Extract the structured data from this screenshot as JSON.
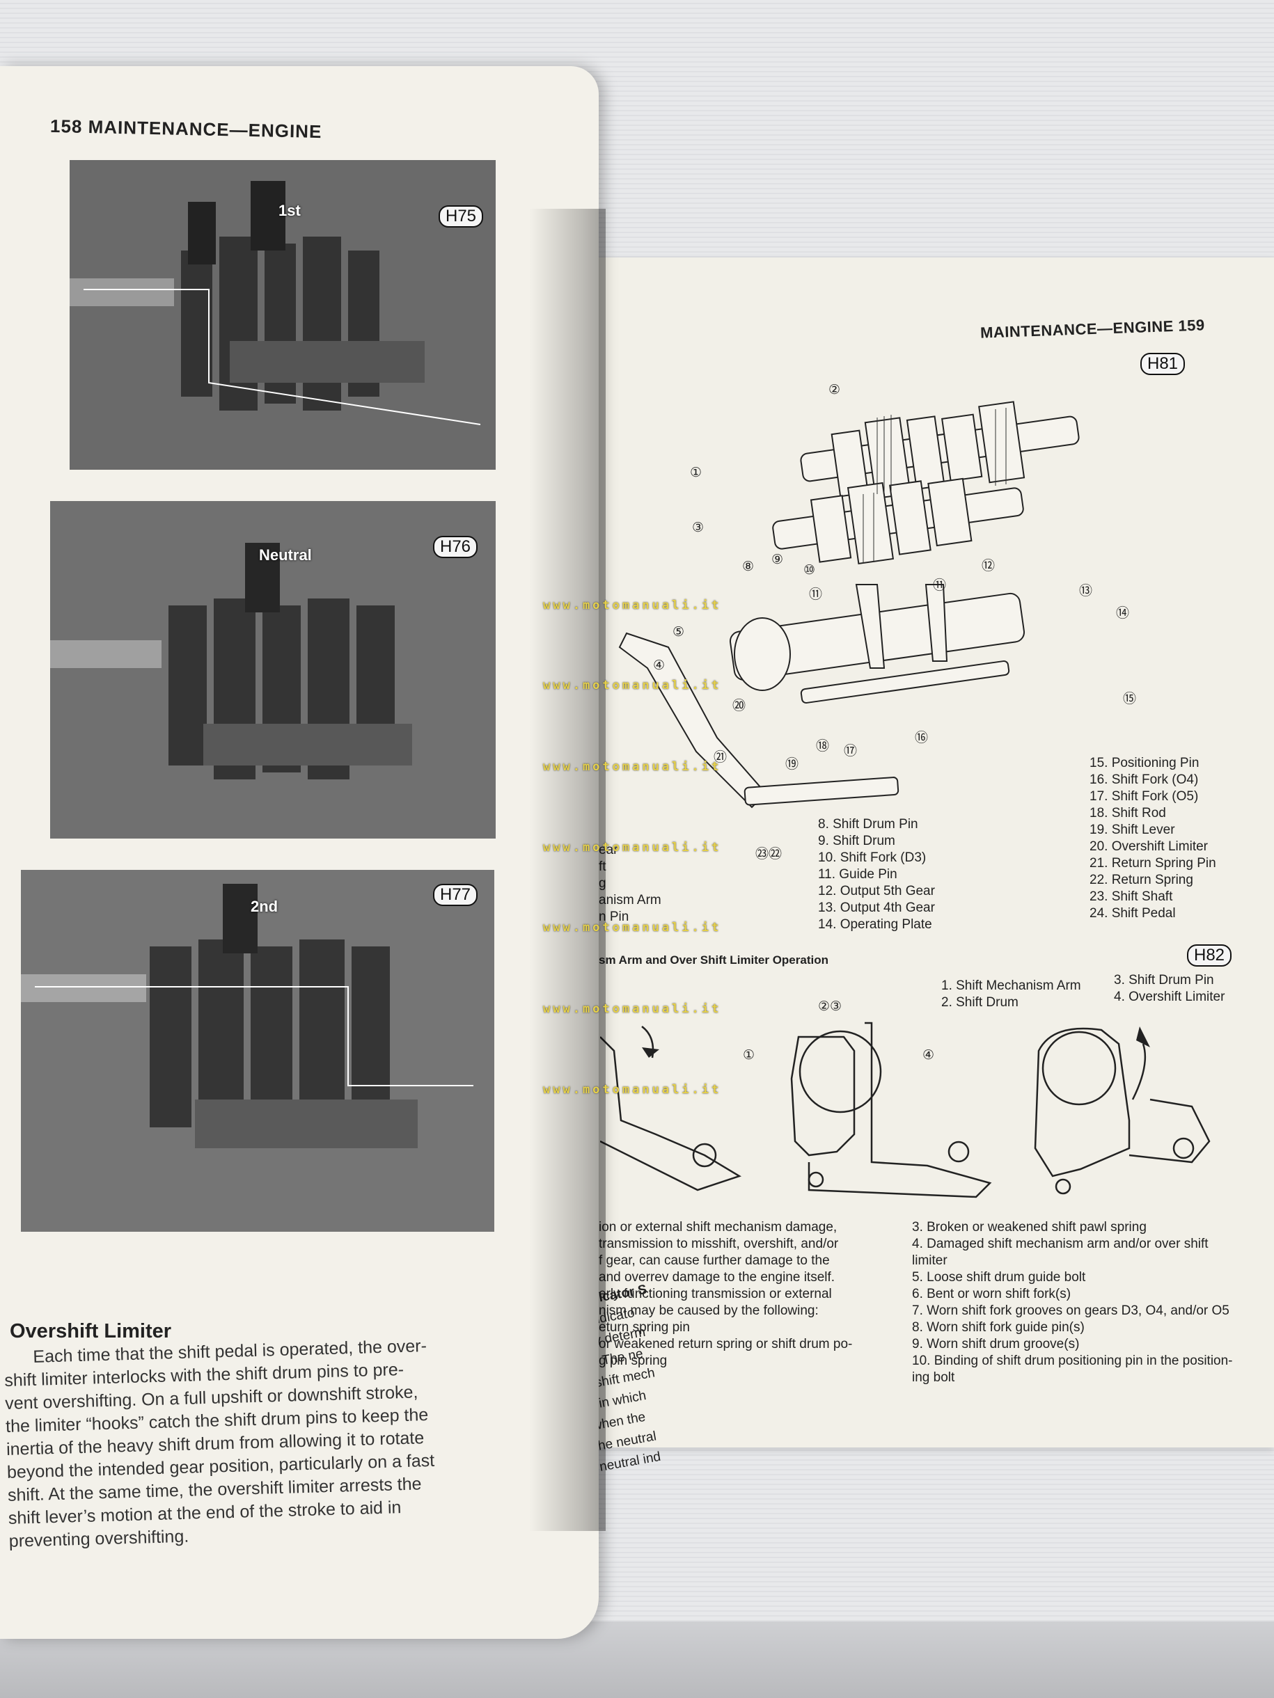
{
  "left_page": {
    "header": "158 MAINTENANCE—ENGINE",
    "photos": [
      {
        "tag": "H75",
        "label": "1st"
      },
      {
        "tag": "H76",
        "label": "Neutral"
      },
      {
        "tag": "H77",
        "label": "2nd"
      }
    ],
    "section_title": "Overshift Limiter",
    "body_lines": [
      "Each time that the shift pedal is operated, the over-",
      "shift limiter interlocks with the shift drum pins to pre-",
      "vent overshifting.  On a full upshift or downshift stroke,",
      "the limiter “hooks” catch the shift drum pins to keep the",
      "inertia of the heavy shift drum from allowing it to rotate",
      "beyond the intended gear position, particularly on a fast",
      "shift.  At the same time, the overshift limiter arrests the",
      "shift lever’s motion at the end of the stroke to aid in",
      "preventing overshifting."
    ]
  },
  "right_page": {
    "header": "MAINTENANCE—ENGINE  159",
    "fig1_tag": "H81",
    "fig1_callouts": [
      "1",
      "2",
      "3",
      "4",
      "5",
      "8",
      "9",
      "10",
      "11",
      "11",
      "12",
      "13",
      "14",
      "15",
      "16",
      "17",
      "18",
      "19",
      "20",
      "21",
      "22",
      "23"
    ],
    "legend_mid": [
      "8.  Shift Drum Pin",
      "9.  Shift Drum",
      "10.  Shift Fork (D3)",
      "11.  Guide Pin",
      "12.  Output 5th Gear",
      "13.  Output 4th Gear",
      "14.  Operating Plate"
    ],
    "legend_right": [
      "15.  Positioning Pin",
      "16.  Shift Fork (O4)",
      "17.  Shift Fork (O5)",
      "18.  Shift Rod",
      "19.  Shift Lever",
      "20.  Overshift Limiter",
      "21.  Return Spring Pin",
      "22.  Return Spring",
      "23.  Shift Shaft",
      "24.  Shift Pedal"
    ],
    "legend_partial": [
      "ear",
      "ft",
      "g",
      "anism Arm",
      "n Pin"
    ],
    "fig2_caption": "sm Arm and Over Shift Limiter Operation",
    "fig2_tag": "H82",
    "fig2_legend_left": [
      "1.  Shift Mechanism Arm",
      "2.  Shift Drum"
    ],
    "fig2_legend_right": [
      "3.  Shift Drum Pin",
      "4.  Overshift Limiter"
    ],
    "fig2_callouts": [
      "1",
      "2",
      "3",
      "4"
    ],
    "partial_text": [
      "ion or external shift mechanism damage,",
      "transmission to misshift, overshift, and/or",
      "f gear, can cause further damage to the",
      "and overrev damage to the engine itself.",
      "erly  functioning  transmission  or  external",
      "nism may be caused by the following:",
      "",
      "eturn spring pin",
      "or weakened return spring or shift drum po-",
      "g pin spring"
    ],
    "neutral_lines": [
      "Neutral Indicator S",
      "A neutral indicato",
      "can readily determ",
      "in neutral.  The ne",
      "external shift mech",
      "loaded pin which",
      "holder when the",
      "pletes the neutral",
      "on the neutral ind"
    ],
    "causes": [
      "3.  Broken or weakened shift pawl spring",
      "4.  Damaged shift mechanism arm and/or over shift",
      "      limiter",
      "5.  Loose shift drum guide bolt",
      "6.  Bent or worn shift fork(s)",
      "7.  Worn shift fork grooves on gears D3, O4, and/or O5",
      "8.  Worn shift fork guide pin(s)",
      "9.  Worn shift drum groove(s)",
      "10.  Binding of shift drum positioning pin in the position-",
      "       ing bolt"
    ]
  },
  "watermark": "www.motomanuali.it"
}
